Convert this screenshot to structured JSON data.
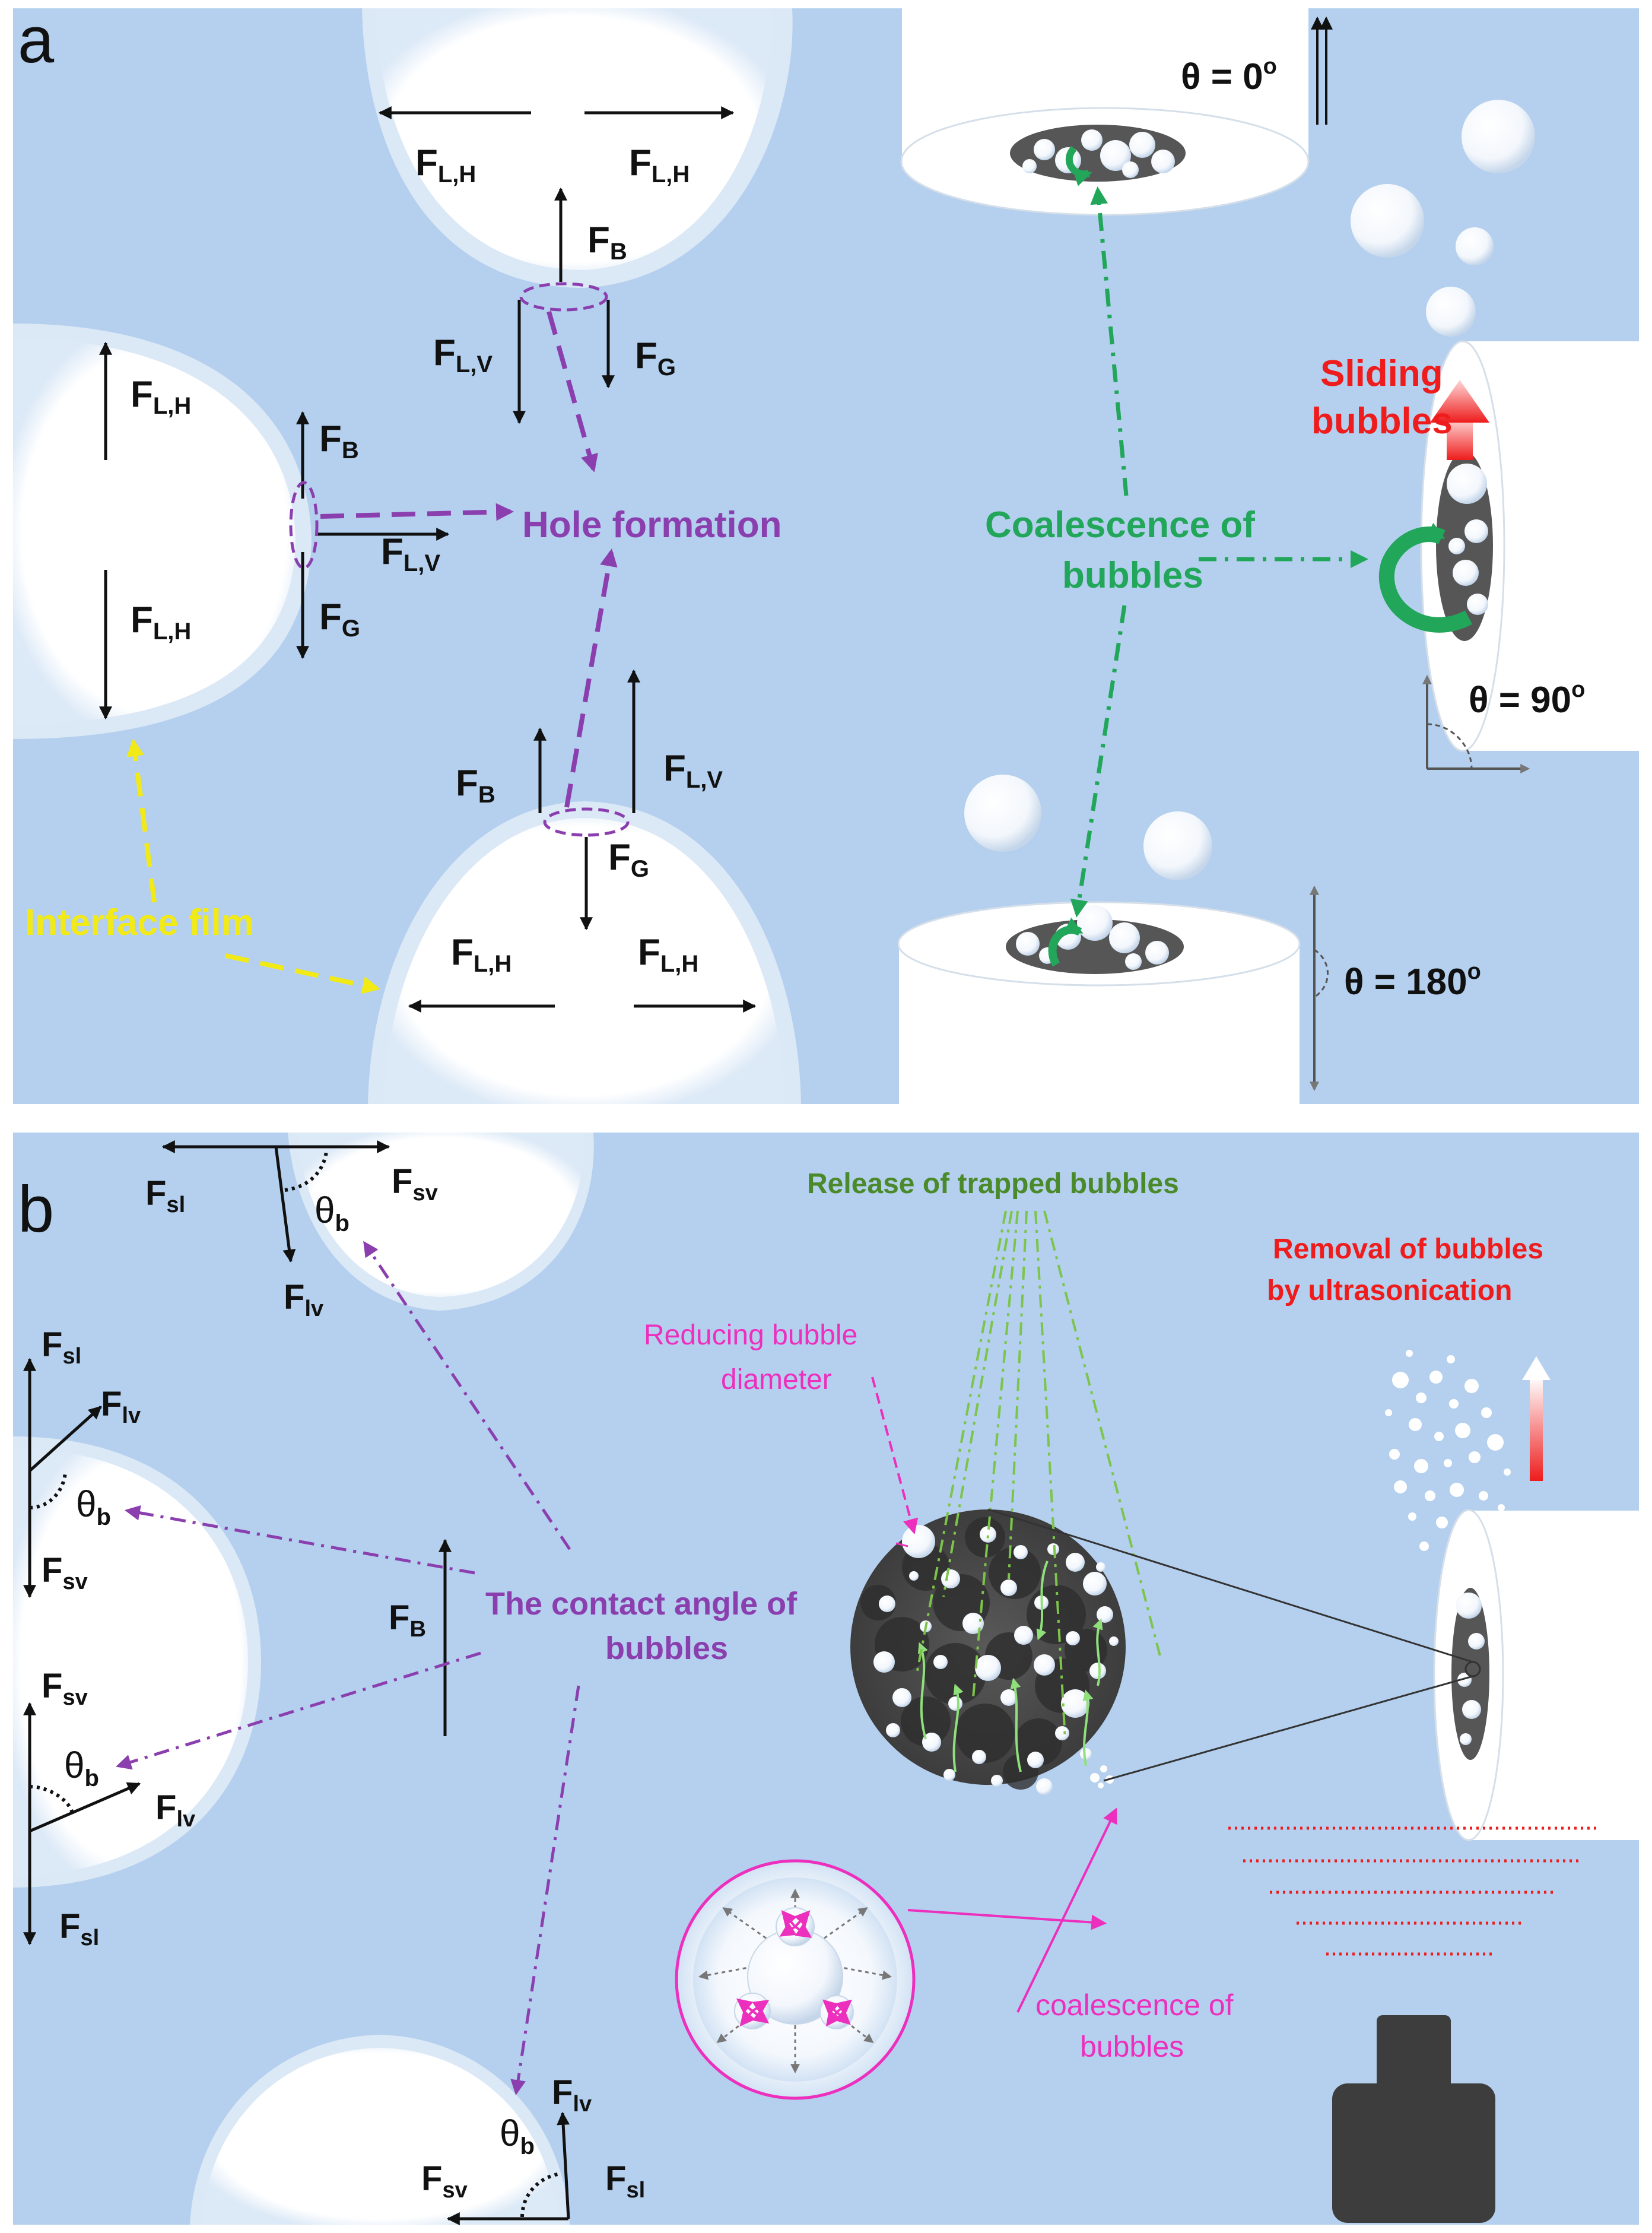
{
  "panel_a": {
    "letter": "a",
    "theta_0": "θ = 0",
    "theta_90": "θ = 90",
    "theta_180": "θ = 180",
    "deg": "o",
    "hole_formation": "Hole formation",
    "coalescence": "Coalescence of",
    "coalescence_2": "bubbles",
    "sliding": "Sliding",
    "sliding_2": "bubbles",
    "interface_film": "Interface film",
    "force": {
      "F": "F",
      "LH": "L,H",
      "LV": "L,V",
      "B": "B",
      "G": "G"
    }
  },
  "panel_b": {
    "letter": "b",
    "release": "Release of trapped bubbles",
    "removal": "Removal of bubbles",
    "removal_2": "by ultrasonication",
    "reducing": "Reducing bubble",
    "reducing_2": "diameter",
    "contact_angle": "The contact angle of",
    "contact_angle_2": "bubbles",
    "coalescence": "coalescence of",
    "coalescence_2": "bubbles",
    "theta": "θ",
    "force": {
      "F": "F",
      "sl": "sl",
      "sv": "sv",
      "lv": "lv",
      "b": "b",
      "B": "B"
    }
  },
  "colors": {
    "background": "#b4d0ee",
    "purple": "#8b3fae",
    "green": "#22a65a",
    "yellow": "#f2ea16",
    "red": "#ee1c1c",
    "pink": "#ec2fbd",
    "dark_green": "#4a8a2a"
  }
}
